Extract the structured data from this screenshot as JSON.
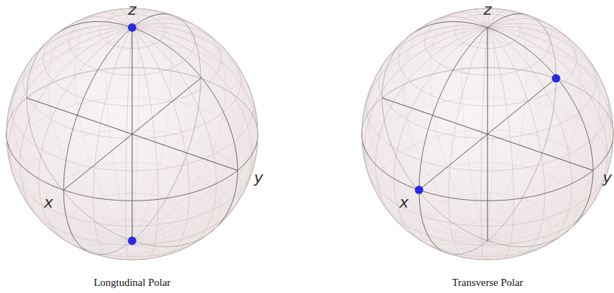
{
  "diagram": {
    "labels": [
      "z",
      "x",
      "y",
      "Longtudinal Polar",
      "z",
      "x",
      "y",
      "Transverse Polar"
    ]
  }
}
